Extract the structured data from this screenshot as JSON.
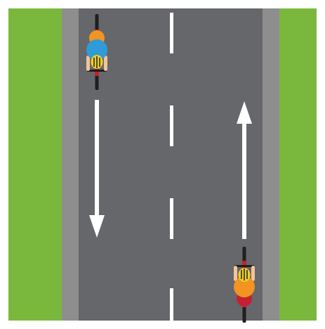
{
  "scene": {
    "colors": {
      "frame": "#ffffff",
      "grass": "#7ab83d",
      "shoulder": "#8e8e8e",
      "road": "#66676a",
      "marking": "#ffffff",
      "bike_frame": "#c42031",
      "wheel": "#1f1f1f",
      "helmet": "#f0d020",
      "skin": "#f3c39a"
    },
    "cyclists": [
      {
        "name": "cyclist-left-southbound",
        "direction": "south",
        "jersey_color": "#2f9bd8",
        "shorts_color": "#f39322"
      },
      {
        "name": "cyclist-right-northbound",
        "direction": "north",
        "jersey_color": "#f39322",
        "shorts_color": "#c42031"
      }
    ],
    "arrows": [
      {
        "name": "arrow-down-left-lane",
        "direction": "down"
      },
      {
        "name": "arrow-up-right-lane",
        "direction": "up"
      }
    ]
  }
}
